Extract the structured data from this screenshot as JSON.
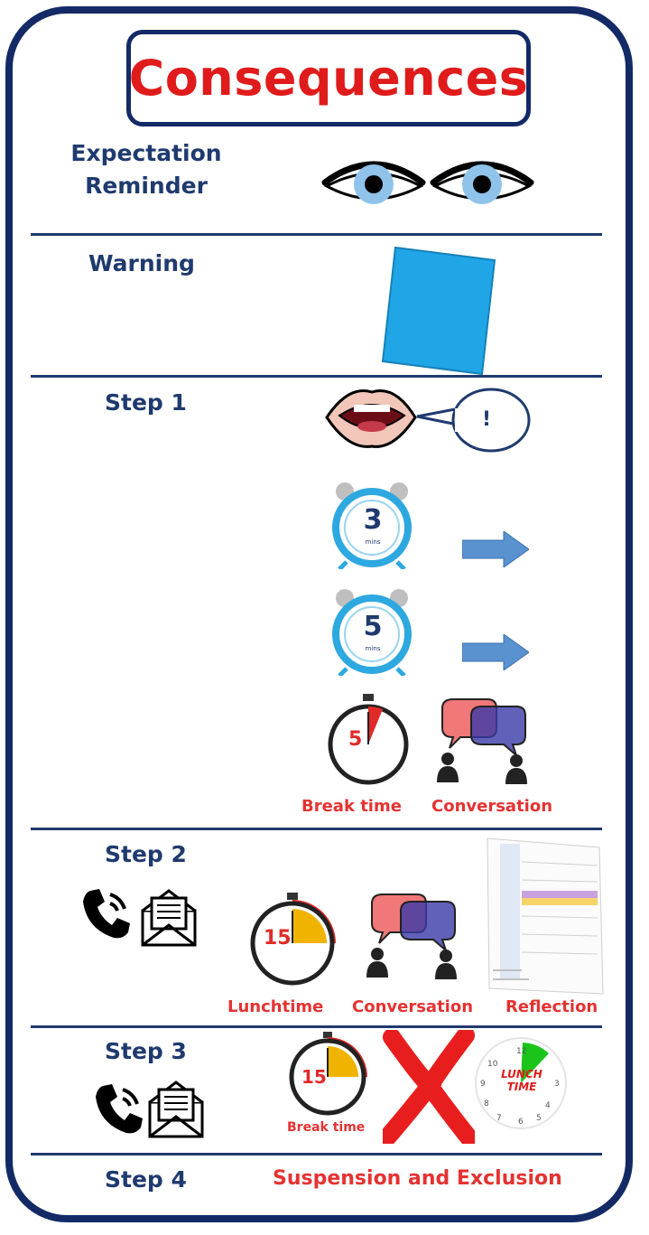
{
  "title": "Consequences",
  "colors": {
    "frame": "#142a66",
    "title": "#e01b1b",
    "label": "#1f3a6e",
    "red_label": "#e53232",
    "card": "#20a6e6",
    "arrow": "#5a92d0"
  },
  "rows": {
    "expectation": {
      "label_line1": "Expectation",
      "label_line2": "Reminder",
      "icon": "eyes-icon"
    },
    "warning": {
      "label": "Warning",
      "icon": "blue-card-icon"
    },
    "step1": {
      "label": "Step 1",
      "speech": "!",
      "timer_a": "3",
      "timer_b": "5",
      "timer_unit": "mins",
      "stopwatch": "5",
      "break_label": "Break time",
      "conversation_label": "Conversation"
    },
    "step2": {
      "label": "Step 2",
      "timer": "15",
      "lunch_label": "Lunchtime",
      "conversation_label": "Conversation",
      "reflection_label": "Reflection"
    },
    "step3": {
      "label": "Step 3",
      "timer": "15",
      "break_label": "Break time",
      "clock_line1": "LUNCH",
      "clock_line2": "TIME"
    },
    "step4": {
      "label": "Step 4",
      "outcome": "Suspension and Exclusion"
    }
  }
}
